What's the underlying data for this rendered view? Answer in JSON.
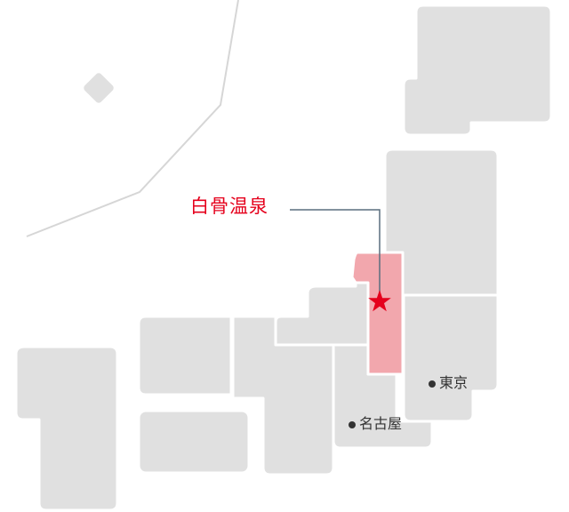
{
  "map": {
    "destination": {
      "label": "白骨温泉",
      "color": "#e5001c"
    },
    "highlight_region_color": "#f2a7ad",
    "region_color": "#e0e0e0",
    "cities": [
      {
        "name": "東京"
      },
      {
        "name": "名古屋"
      }
    ],
    "icons": {
      "destination": "star-icon",
      "city": "dot-icon"
    }
  }
}
